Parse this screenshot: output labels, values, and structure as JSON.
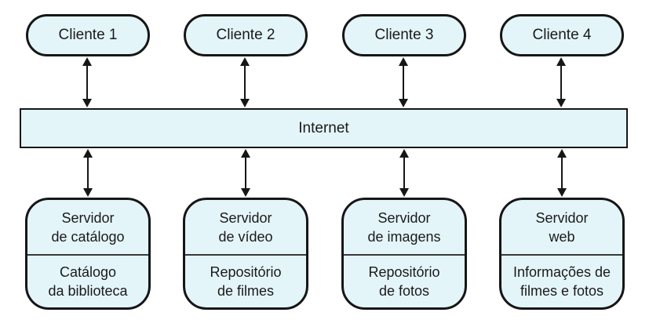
{
  "clients": [
    {
      "label": "Cliente 1"
    },
    {
      "label": "Cliente 2"
    },
    {
      "label": "Cliente 3"
    },
    {
      "label": "Cliente 4"
    }
  ],
  "network": {
    "label": "Internet"
  },
  "servers": [
    {
      "title_line1": "Servidor",
      "title_line2": "de catálogo",
      "content_line1": "Catálogo",
      "content_line2": "da biblioteca"
    },
    {
      "title_line1": "Servidor",
      "title_line2": "de vídeo",
      "content_line1": "Repositório",
      "content_line2": "de filmes"
    },
    {
      "title_line1": "Servidor",
      "title_line2": "de imagens",
      "content_line1": "Repositório",
      "content_line2": "de fotos"
    },
    {
      "title_line1": "Servidor",
      "title_line2": "web",
      "content_line1": "Informações de",
      "content_line2": "filmes e fotos"
    }
  ],
  "colors": {
    "node_fill": "#e4f5fa",
    "stroke": "#161616"
  }
}
